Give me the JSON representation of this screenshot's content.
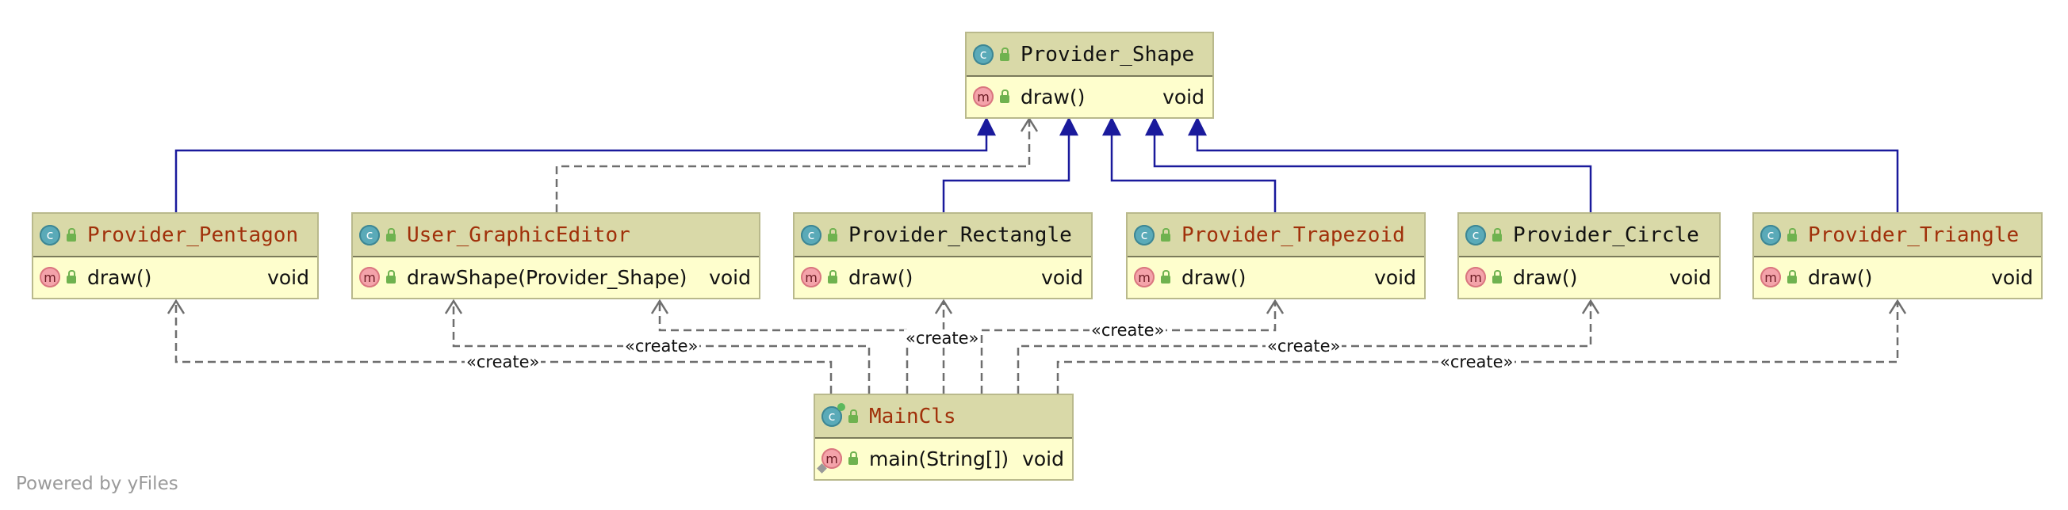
{
  "classes": {
    "provider_shape": {
      "name": "Provider_Shape",
      "badge": "c",
      "method": "draw()",
      "return_type": "void",
      "method_badge": "m"
    },
    "provider_pentagon": {
      "name": "Provider_Pentagon",
      "badge": "c",
      "method": "draw()",
      "return_type": "void",
      "method_badge": "m"
    },
    "user_graphiceditor": {
      "name": "User_GraphicEditor",
      "badge": "c",
      "method": "drawShape(Provider_Shape)",
      "return_type": "void",
      "method_badge": "m"
    },
    "provider_rectangle": {
      "name": "Provider_Rectangle",
      "badge": "c",
      "method": "draw()",
      "return_type": "void",
      "method_badge": "m"
    },
    "provider_trapezoid": {
      "name": "Provider_Trapezoid",
      "badge": "c",
      "method": "draw()",
      "return_type": "void",
      "method_badge": "m"
    },
    "provider_circle": {
      "name": "Provider_Circle",
      "badge": "c",
      "method": "draw()",
      "return_type": "void",
      "method_badge": "m"
    },
    "provider_triangle": {
      "name": "Provider_Triangle",
      "badge": "c",
      "method": "draw()",
      "return_type": "void",
      "method_badge": "m"
    },
    "maincls": {
      "name": "MainCls",
      "badge": "c",
      "method": "main(String[])",
      "return_type": "void",
      "method_badge": "m"
    }
  },
  "edge_labels": {
    "create_pentagon": "«create»",
    "create_editor": "«create»",
    "create_rectangle": "«create»",
    "create_trapezoid": "«create»",
    "create_circle": "«create»",
    "create_triangle": "«create»"
  },
  "watermark": "Powered by yFiles",
  "colors": {
    "inheritance": "#1a1a9c",
    "dependency": "#6e6e6e",
    "header_bg": "#d9d9a8",
    "body_bg": "#fefecd",
    "name_red": "#a0300a",
    "name_dark": "#111111"
  }
}
